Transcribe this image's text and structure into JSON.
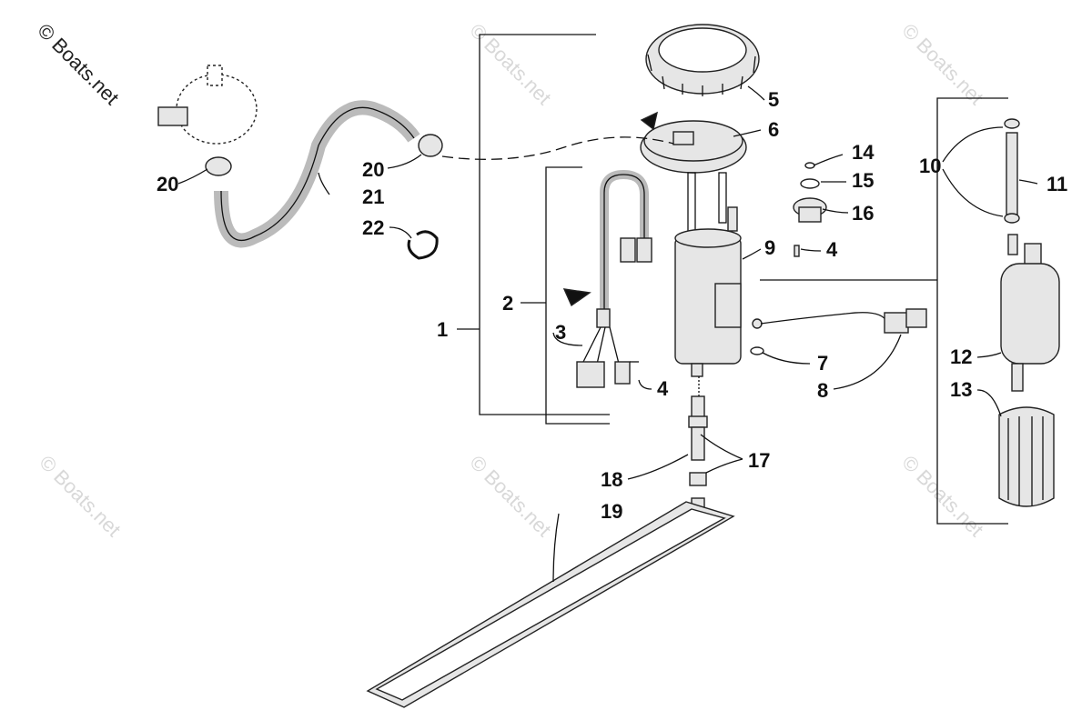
{
  "watermark": {
    "text": "© Boats.net",
    "main_color": "#222222",
    "faded_color": "#d8d8d8"
  },
  "callouts": {
    "c1": "1",
    "c2": "2",
    "c3": "3",
    "c4a": "4",
    "c4b": "4",
    "c5": "5",
    "c6": "6",
    "c7": "7",
    "c8": "8",
    "c9": "9",
    "c10": "10",
    "c11": "11",
    "c12": "12",
    "c13": "13",
    "c14": "14",
    "c15": "15",
    "c16": "16",
    "c17": "17",
    "c18": "18",
    "c19": "19",
    "c20a": "20",
    "c20b": "20",
    "c21": "21",
    "c22": "22"
  },
  "colors": {
    "line": "#111111",
    "part_fill": "#e6e6e6",
    "background": "#ffffff"
  }
}
